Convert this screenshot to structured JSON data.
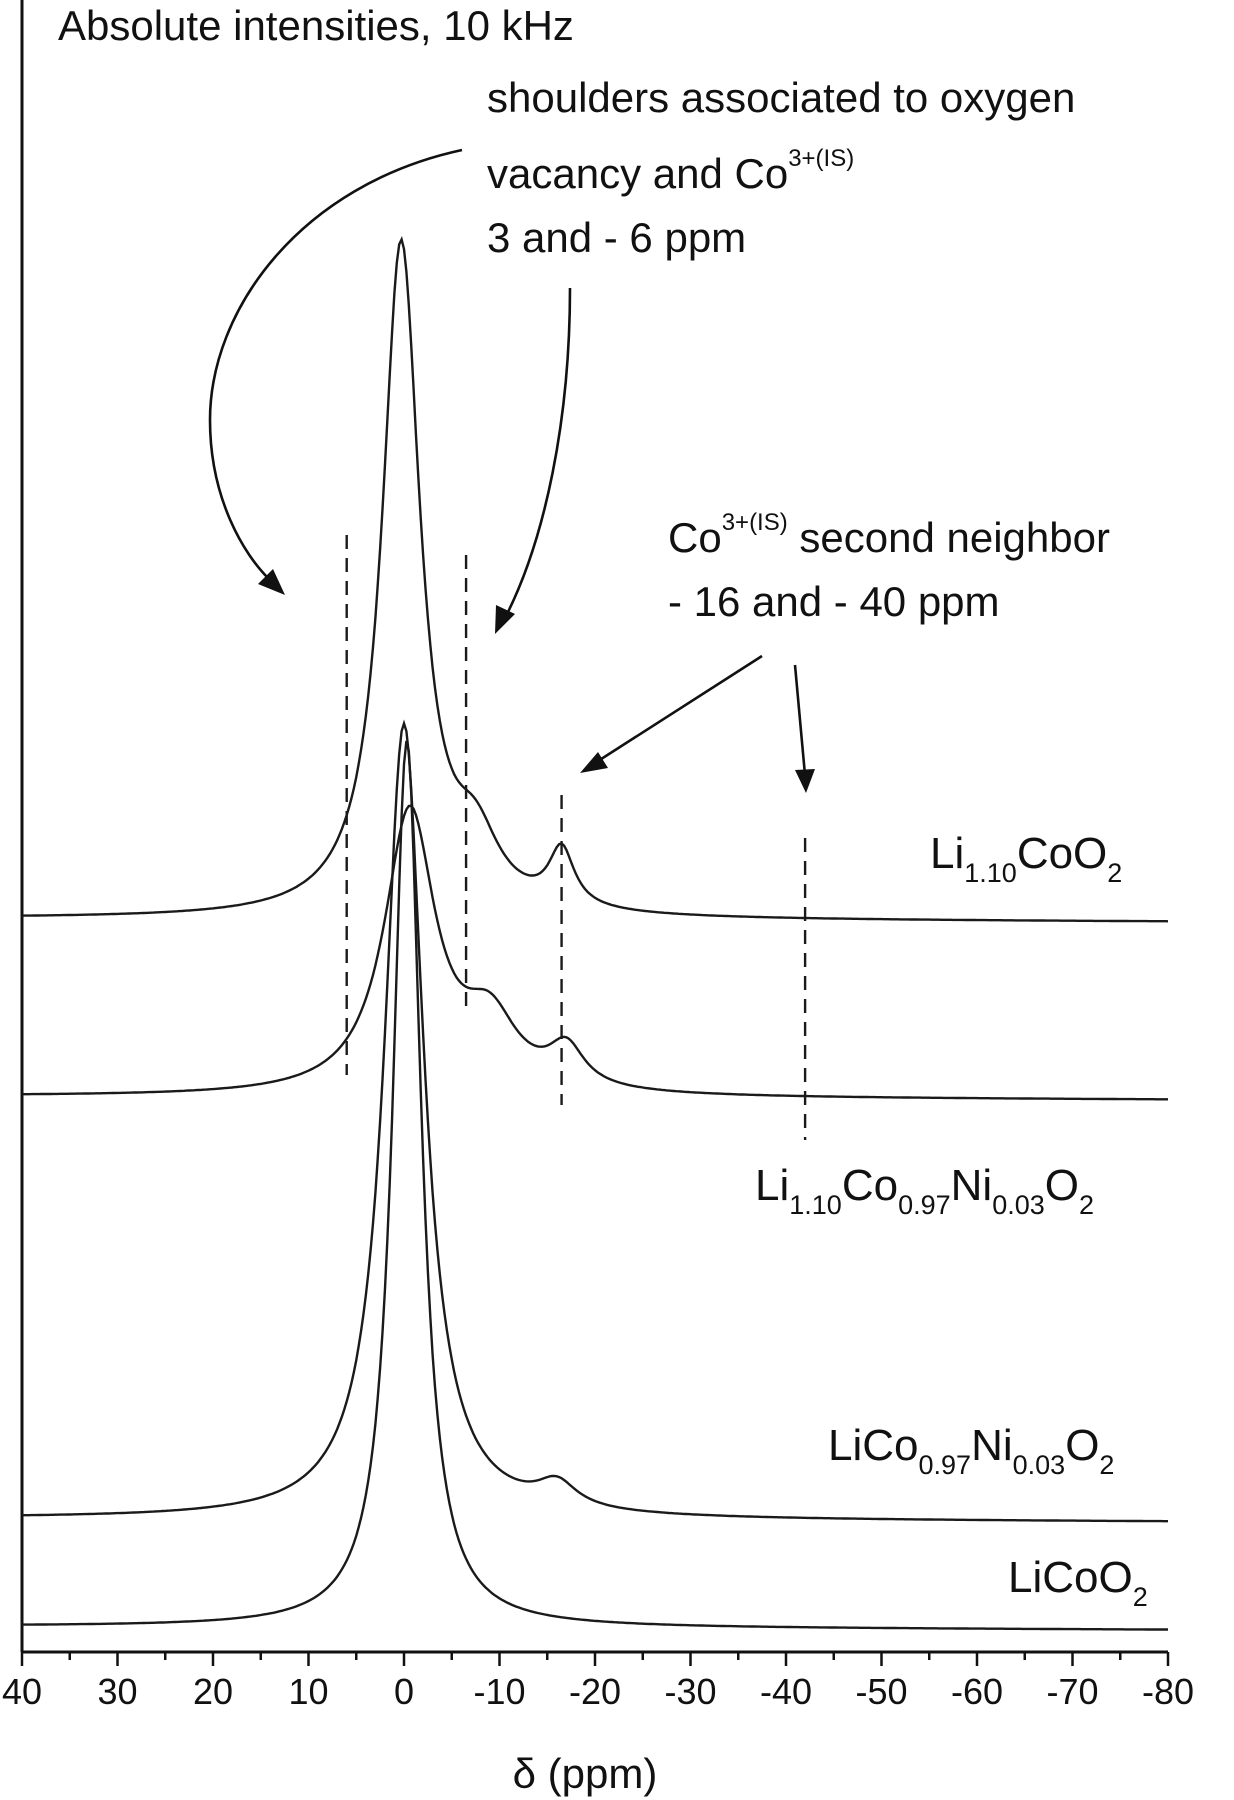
{
  "chart_data": {
    "type": "line",
    "title": "Absolute intensities, 10 kHz",
    "xlabel": "δ (ppm)",
    "ylabel": "",
    "xlim": [
      40,
      -80
    ],
    "x_ticks": [
      "40",
      "30",
      "20",
      "10",
      "0",
      "-10",
      "-20",
      "-30",
      "-40",
      "-50",
      "-60",
      "-70",
      "-80"
    ],
    "grid": false,
    "series": [
      {
        "name": "Li1.10CoO2",
        "label": {
          "base": "Li",
          "sub1": "1.10",
          "mid": "CoO",
          "sub2": "2"
        },
        "baseline": 0.0,
        "peaks": [
          {
            "center": 0.3,
            "height": 1.0,
            "width": 4.8
          },
          {
            "center": -16.5,
            "height": 0.085,
            "width": 3.2
          },
          {
            "center": -7.5,
            "height": 0.09,
            "width": 6.0
          }
        ]
      },
      {
        "name": "Li1.10Co0.97Ni0.03O2",
        "label": {
          "base": "Li",
          "sub1": "1.10",
          "mid": "Co",
          "sub2": "0.97",
          "mid2": "Ni",
          "sub3": "0.03",
          "end": "O",
          "sub4": "2"
        },
        "baseline": 0.0,
        "peaks": [
          {
            "center": -0.6,
            "height": 0.64,
            "width": 6.5
          },
          {
            "center": -17.0,
            "height": 0.09,
            "width": 4.5
          },
          {
            "center": -9.0,
            "height": 0.15,
            "width": 7.0
          }
        ]
      },
      {
        "name": "LiCo0.97Ni0.03O2",
        "label": {
          "base": "LiCo",
          "sub1": "0.97",
          "mid": "Ni",
          "sub2": "0.03",
          "end": "O",
          "sub3": "2"
        },
        "baseline": 0.0,
        "peaks": [
          {
            "center": 0.0,
            "height": 1.12,
            "width": 5.0
          },
          {
            "center": -16.0,
            "height": 0.035,
            "width": 5.0
          }
        ]
      },
      {
        "name": "LiCoO2",
        "label": {
          "base": "LiCoO",
          "sub1": "2"
        },
        "baseline": 0.0,
        "peaks": [
          {
            "center": -0.3,
            "height": 1.17,
            "width": 3.6
          }
        ]
      }
    ],
    "annotations": {
      "shoulders_line1": "shoulders associated to oxygen",
      "shoulders_line2_pre": "vacancy and Co",
      "shoulders_sup": "3+(IS)",
      "shoulders_line3": "3 and - 6 ppm",
      "neighbor_pre": "Co",
      "neighbor_sup": "3+(IS)",
      "neighbor_post": " second neighbor",
      "neighbor_line2": "- 16 and - 40 ppm"
    },
    "markers_ppm": [
      6,
      -6.5,
      -16.5,
      -42
    ]
  }
}
